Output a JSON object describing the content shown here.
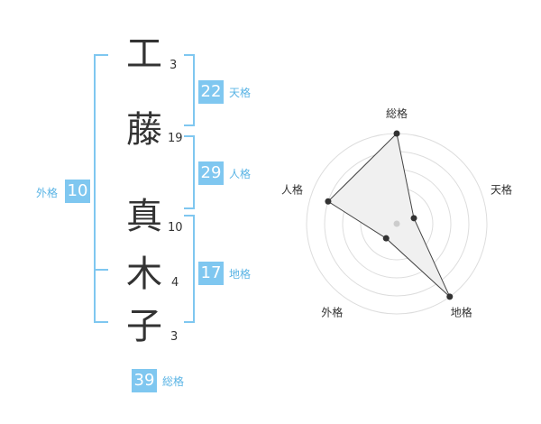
{
  "colors": {
    "accent": "#7fc7f0",
    "accent_text": "#5ab4e5",
    "text": "#333333",
    "chart_fill": "#f0f0f0",
    "chart_ring": "#dddddd"
  },
  "name": {
    "chars": [
      {
        "char": "工",
        "strokes": "3"
      },
      {
        "char": "藤",
        "strokes": "19"
      },
      {
        "char": "真",
        "strokes": "10"
      },
      {
        "char": "木",
        "strokes": "4"
      },
      {
        "char": "子",
        "strokes": "3"
      }
    ]
  },
  "fortunes": {
    "tenkaku": {
      "value": "22",
      "label": "天格"
    },
    "jinkaku": {
      "value": "29",
      "label": "人格"
    },
    "chikaku": {
      "value": "17",
      "label": "地格"
    },
    "gaikaku": {
      "value": "10",
      "label": "外格"
    },
    "soukaku": {
      "value": "39",
      "label": "総格"
    }
  },
  "chart_data": {
    "type": "radar",
    "axes": [
      "総格",
      "天格",
      "地格",
      "外格",
      "人格"
    ],
    "values": [
      5,
      1,
      5,
      1,
      4
    ],
    "max": 5,
    "rings": 5
  }
}
